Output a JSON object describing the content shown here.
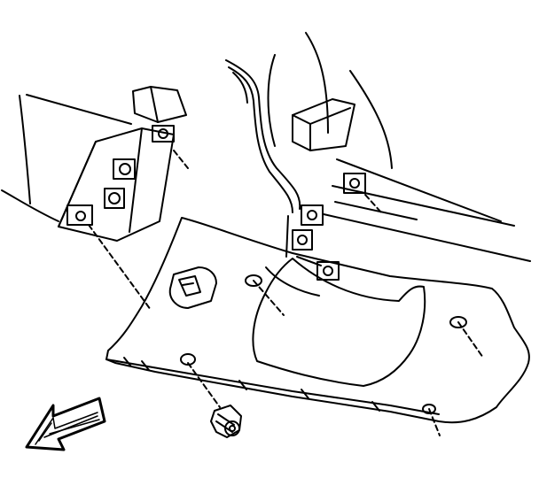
{
  "diagram": {
    "style": "black line-art technical illustration",
    "stroke_color": "#000000",
    "background_color": "#ffffff",
    "parts": [
      "steering-column-opening",
      "knee-bolster-trim-panel",
      "panel-retaining-screw",
      "instrument-panel-brackets",
      "wiring-harness",
      "direction-arrow"
    ]
  }
}
